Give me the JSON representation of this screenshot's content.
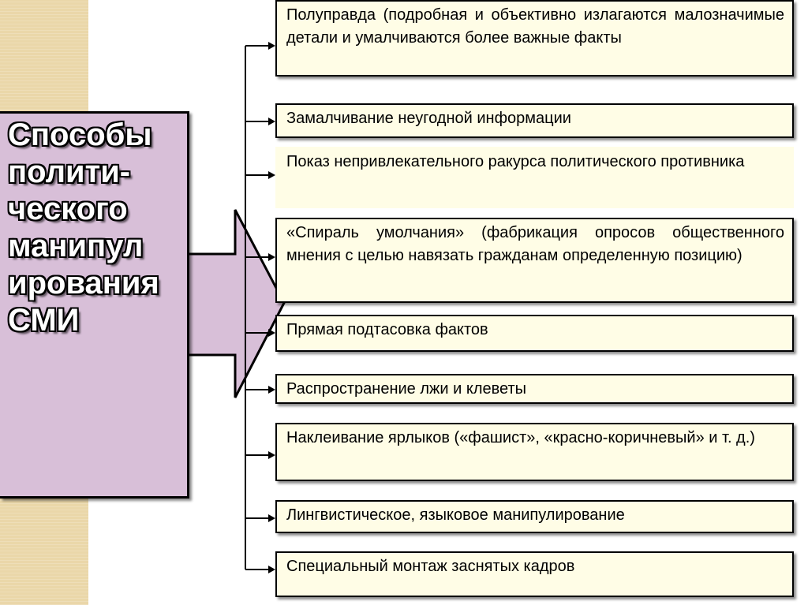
{
  "title": "Способы\nполити-\nческого\nманипул\nирования\nСМИ",
  "items": [
    "Полуправда (подробная и объективно излагаются малозначимые детали и умалчиваются более важные факты",
    "Замалчивание неугодной информации",
    "Показ непривлекательного ракурса политического противника",
    "«Спираль умолчания» (фабрикация опросов общественного мнения с целью навязать гражданам определенную позицию)",
    "Прямая подтасовка фактов",
    "Распространение лжи и клеветы",
    "Наклеивание ярлыков («фашист», «красно-коричневый» и т. д.)",
    "Лингвистическое, языковое манипулирование",
    "Специальный монтаж заснятых кадров"
  ],
  "colors": {
    "title_fill": "#d8bfd8",
    "item_fill": "#fffde6",
    "stripe": "#ead7a9",
    "line": "#000000"
  }
}
